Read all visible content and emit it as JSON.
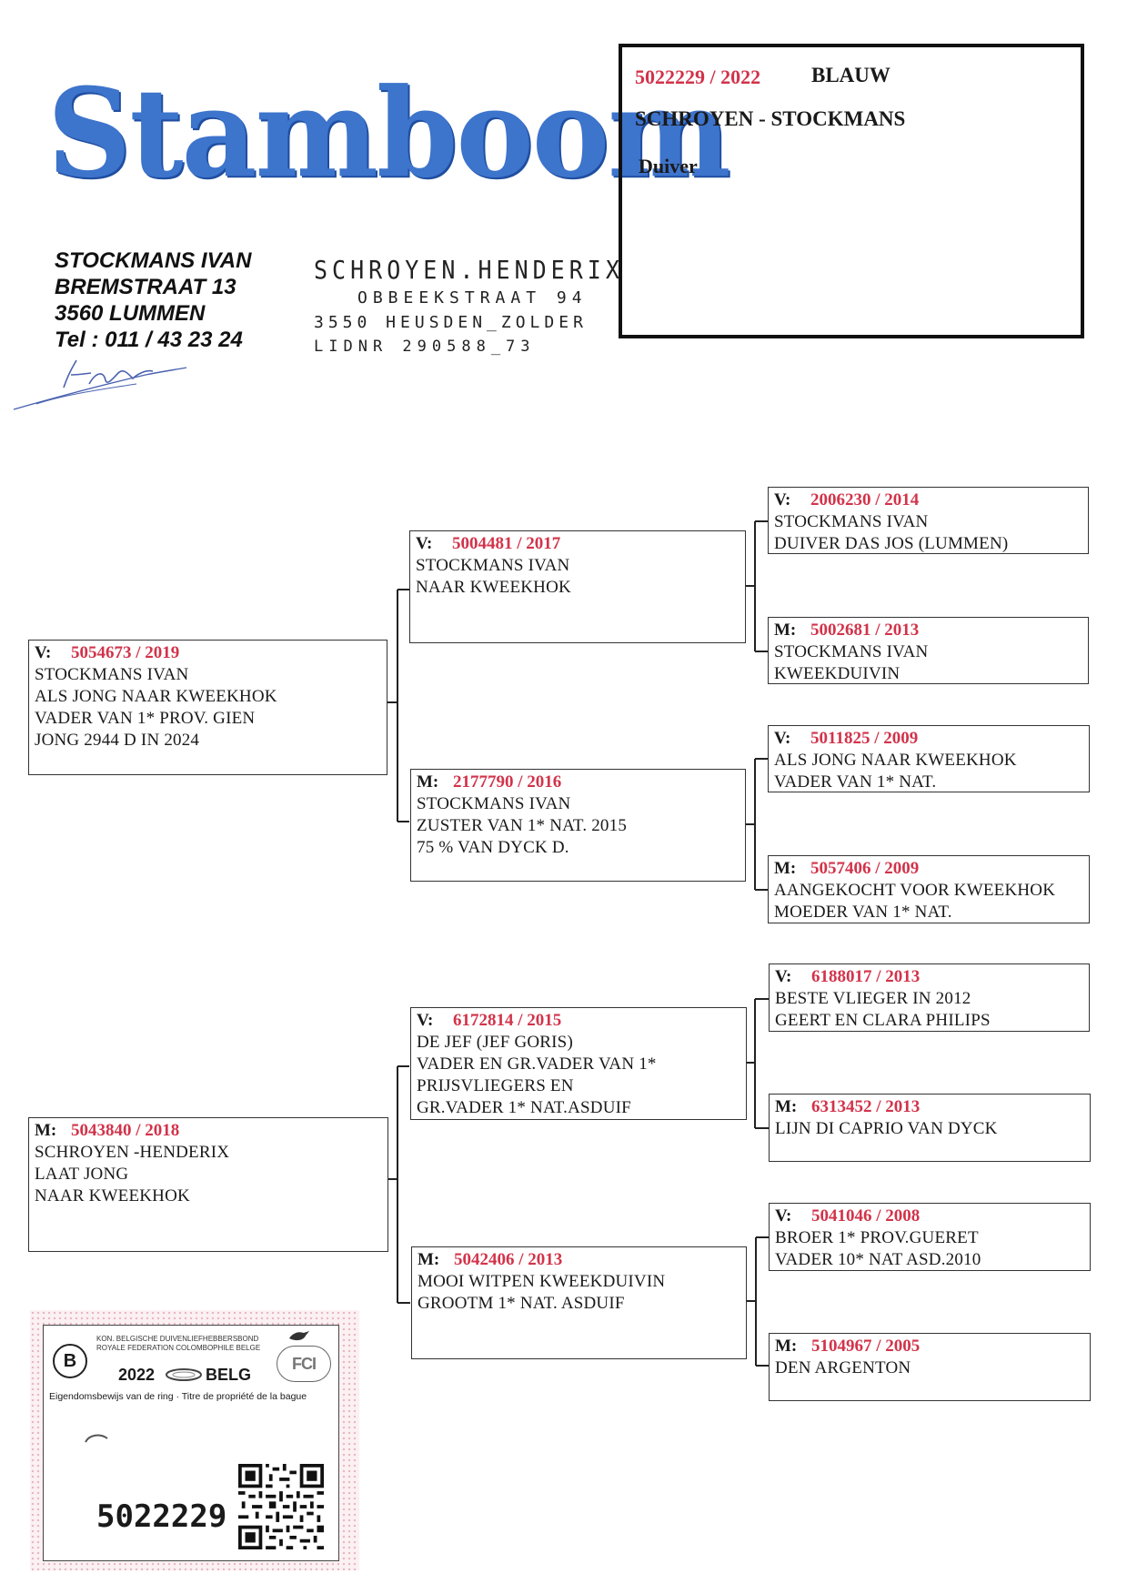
{
  "logo": {
    "text": "Stamboom",
    "color": "#3d74cc"
  },
  "owner": {
    "name": "STOCKMANS IVAN",
    "street": "BREMSTRAAT 13",
    "city": "3560 LUMMEN",
    "phone": "Tel : 011 / 43 23 24"
  },
  "stamp": {
    "name": "SCHROYEN.HENDERIX",
    "street": "OBBEEKSTRAAT  94",
    "city": "3550 HEUSDEN_ZOLDER",
    "member": "LIDNR 290588_73"
  },
  "bird": {
    "ring": "5022229 / 2022",
    "color": "BLAUW",
    "breeder": "SCHROYEN - STOCKMANS",
    "sex": "Duiver"
  },
  "accent_color": "#d2334a",
  "pedigree": {
    "sire": {
      "sex": "V:",
      "ring": "5054673 / 2019",
      "lines": [
        "STOCKMANS IVAN",
        "ALS JONG NAAR KWEEKHOK",
        "VADER VAN 1* PROV. GIEN",
        "JONG 2944 D IN 2024"
      ]
    },
    "dam": {
      "sex": "M:",
      "ring": "5043840 / 2018",
      "lines": [
        "SCHROYEN -HENDERIX",
        "LAAT JONG",
        "NAAR KWEEKHOK"
      ]
    },
    "ss": {
      "sex": "V:",
      "ring": "5004481 / 2017",
      "lines": [
        "STOCKMANS IVAN",
        "NAAR KWEEKHOK"
      ]
    },
    "sd": {
      "sex": "M:",
      "ring": "2177790 / 2016",
      "lines": [
        "STOCKMANS IVAN",
        "ZUSTER VAN 1* NAT. 2015",
        "75 % VAN DYCK D."
      ]
    },
    "ds": {
      "sex": "V:",
      "ring": "6172814 / 2015",
      "lines": [
        "DE JEF  (JEF GORIS)",
        "VADER EN GR.VADER VAN 1*",
        "PRIJSVLIEGERS EN",
        "GR.VADER 1* NAT.ASDUIF"
      ]
    },
    "dd": {
      "sex": "M:",
      "ring": "5042406 / 2013",
      "lines": [
        "MOOI WITPEN KWEEKDUIVIN",
        "GROOTM 1* NAT. ASDUIF"
      ]
    },
    "sss": {
      "sex": "V:",
      "ring": "2006230 / 2014",
      "lines": [
        "STOCKMANS IVAN",
        "DUIVER DAS JOS (LUMMEN)"
      ]
    },
    "ssd": {
      "sex": "M:",
      "ring": "5002681 / 2013",
      "lines": [
        "STOCKMANS IVAN",
        "KWEEKDUIVIN"
      ]
    },
    "sds": {
      "sex": "V:",
      "ring": "5011825 / 2009",
      "lines": [
        "ALS JONG NAAR KWEEKHOK",
        "VADER VAN 1* NAT."
      ]
    },
    "sdd": {
      "sex": "M:",
      "ring": "5057406 / 2009",
      "lines": [
        "AANGEKOCHT VOOR KWEEKHOK",
        "MOEDER VAN 1* NAT."
      ]
    },
    "dss": {
      "sex": "V:",
      "ring": "6188017 / 2013",
      "lines": [
        "BESTE VLIEGER IN 2012",
        "GEERT EN CLARA PHILIPS"
      ]
    },
    "dsd": {
      "sex": "M:",
      "ring": "6313452 / 2013",
      "lines": [
        "LIJN DI CAPRIO VAN DYCK"
      ]
    },
    "dds": {
      "sex": "V:",
      "ring": "5041046 / 2008",
      "lines": [
        "BROER 1* PROV.GUERET",
        "VADER 10* NAT ASD.2010"
      ]
    },
    "ddd": {
      "sex": "M:",
      "ring": "5104967 / 2005",
      "lines": [
        "DEN ARGENTON"
      ]
    }
  },
  "ring_card": {
    "org_nl": "KON. BELGISCHE DUIVENLIEFHEBBERSBOND",
    "org_fr": "ROYALE FEDERATION COLOMBOPHILE BELGE",
    "logo_letter": "B",
    "fci_logo": "FCI",
    "year": "2022",
    "country": "BELG",
    "caption": "Eigendomsbewijs van de ring · Titre de propriété de la bague",
    "number": "5022229"
  }
}
